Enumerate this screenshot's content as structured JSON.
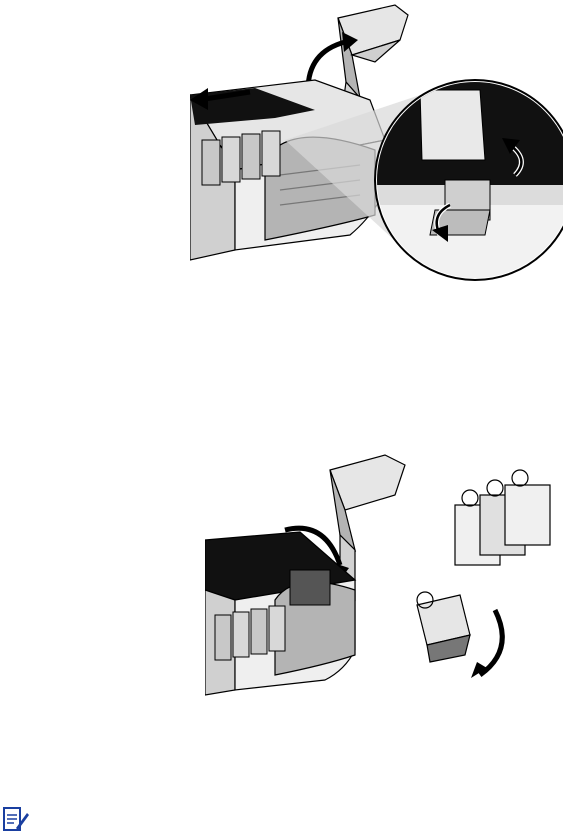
{
  "figures": [
    {
      "id": "figure-1",
      "icon": "printer-open-cover-printhead-latch-illustration"
    },
    {
      "id": "figure-2",
      "icon": "printer-close-cover-printheads-illustration"
    }
  ],
  "note": {
    "icon": "note-pencil-icon"
  },
  "colors": {
    "ink": "#000000",
    "body": "#e6e6e6",
    "shade": "#b4b4b4",
    "dark": "#555555",
    "note": "#1a3fa0"
  }
}
